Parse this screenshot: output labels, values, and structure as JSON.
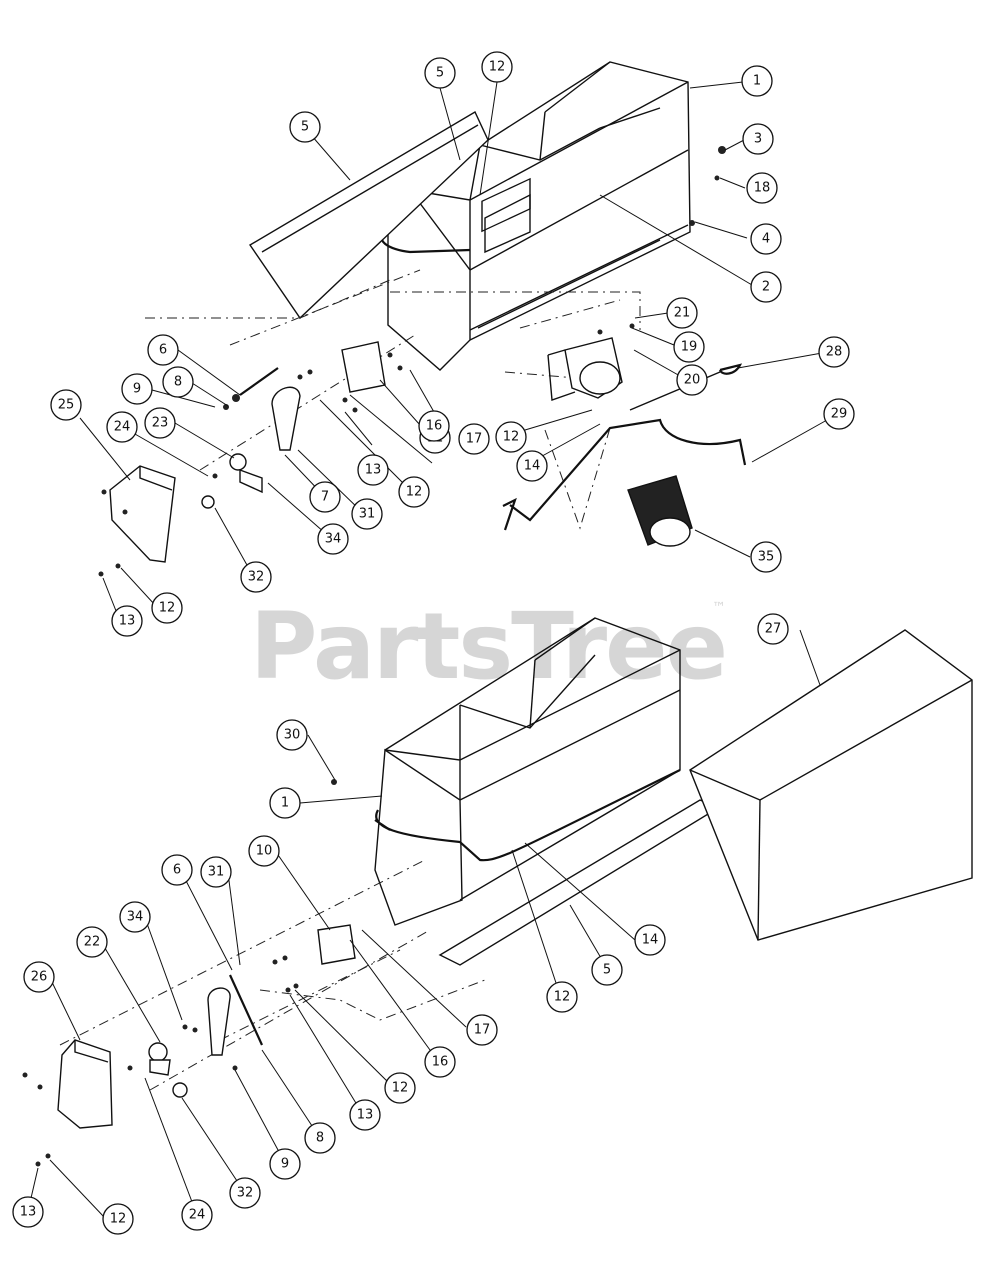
{
  "watermark": {
    "brand": "PartsTree",
    "trademark": "™"
  },
  "upper_assembly": {
    "callouts": [
      "1",
      "2",
      "3",
      "4",
      "5",
      "5",
      "6",
      "7",
      "8",
      "9",
      "11",
      "12",
      "12",
      "12",
      "12",
      "13",
      "13",
      "14",
      "16",
      "17",
      "18",
      "19",
      "20",
      "21",
      "23",
      "24",
      "25",
      "28",
      "29",
      "31",
      "32",
      "34",
      "35"
    ]
  },
  "lower_assembly": {
    "callouts": [
      "1",
      "5",
      "6",
      "8",
      "9",
      "10",
      "12",
      "12",
      "12",
      "13",
      "13",
      "14",
      "16",
      "17",
      "22",
      "24",
      "26",
      "27",
      "30",
      "31",
      "32",
      "34"
    ]
  }
}
